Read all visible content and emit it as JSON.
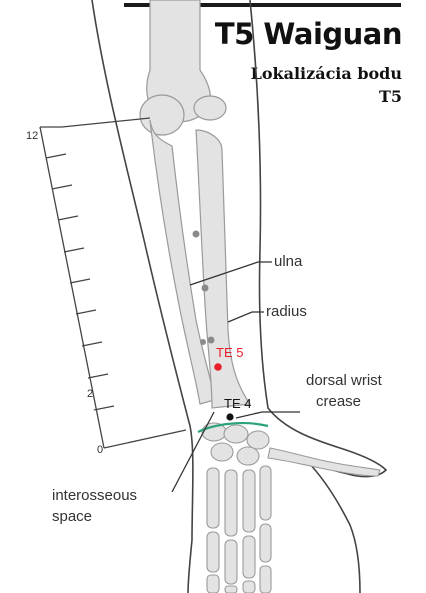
{
  "header": {
    "title": "T5 Waiguan",
    "subtitle": "Lokalizácia bodu T5"
  },
  "ruler": {
    "ticks": [
      "12",
      "2",
      "0"
    ]
  },
  "labels": {
    "ulna": "ulna",
    "radius": "radius",
    "te5": "TE 5",
    "te4": "TE 4",
    "dorsal_wrist_crease_line1": "dorsal wrist",
    "dorsal_wrist_crease_line2": "crease",
    "interosseous_line1": "interosseous",
    "interosseous_line2": "space"
  },
  "colors": {
    "bone_fill": "#e3e3e3",
    "bone_stroke": "#9a9a9a",
    "outline": "#444444",
    "point_red": "#e8202a",
    "point_black": "#111111",
    "crease_green": "#2aa37a",
    "text": "#333333"
  }
}
